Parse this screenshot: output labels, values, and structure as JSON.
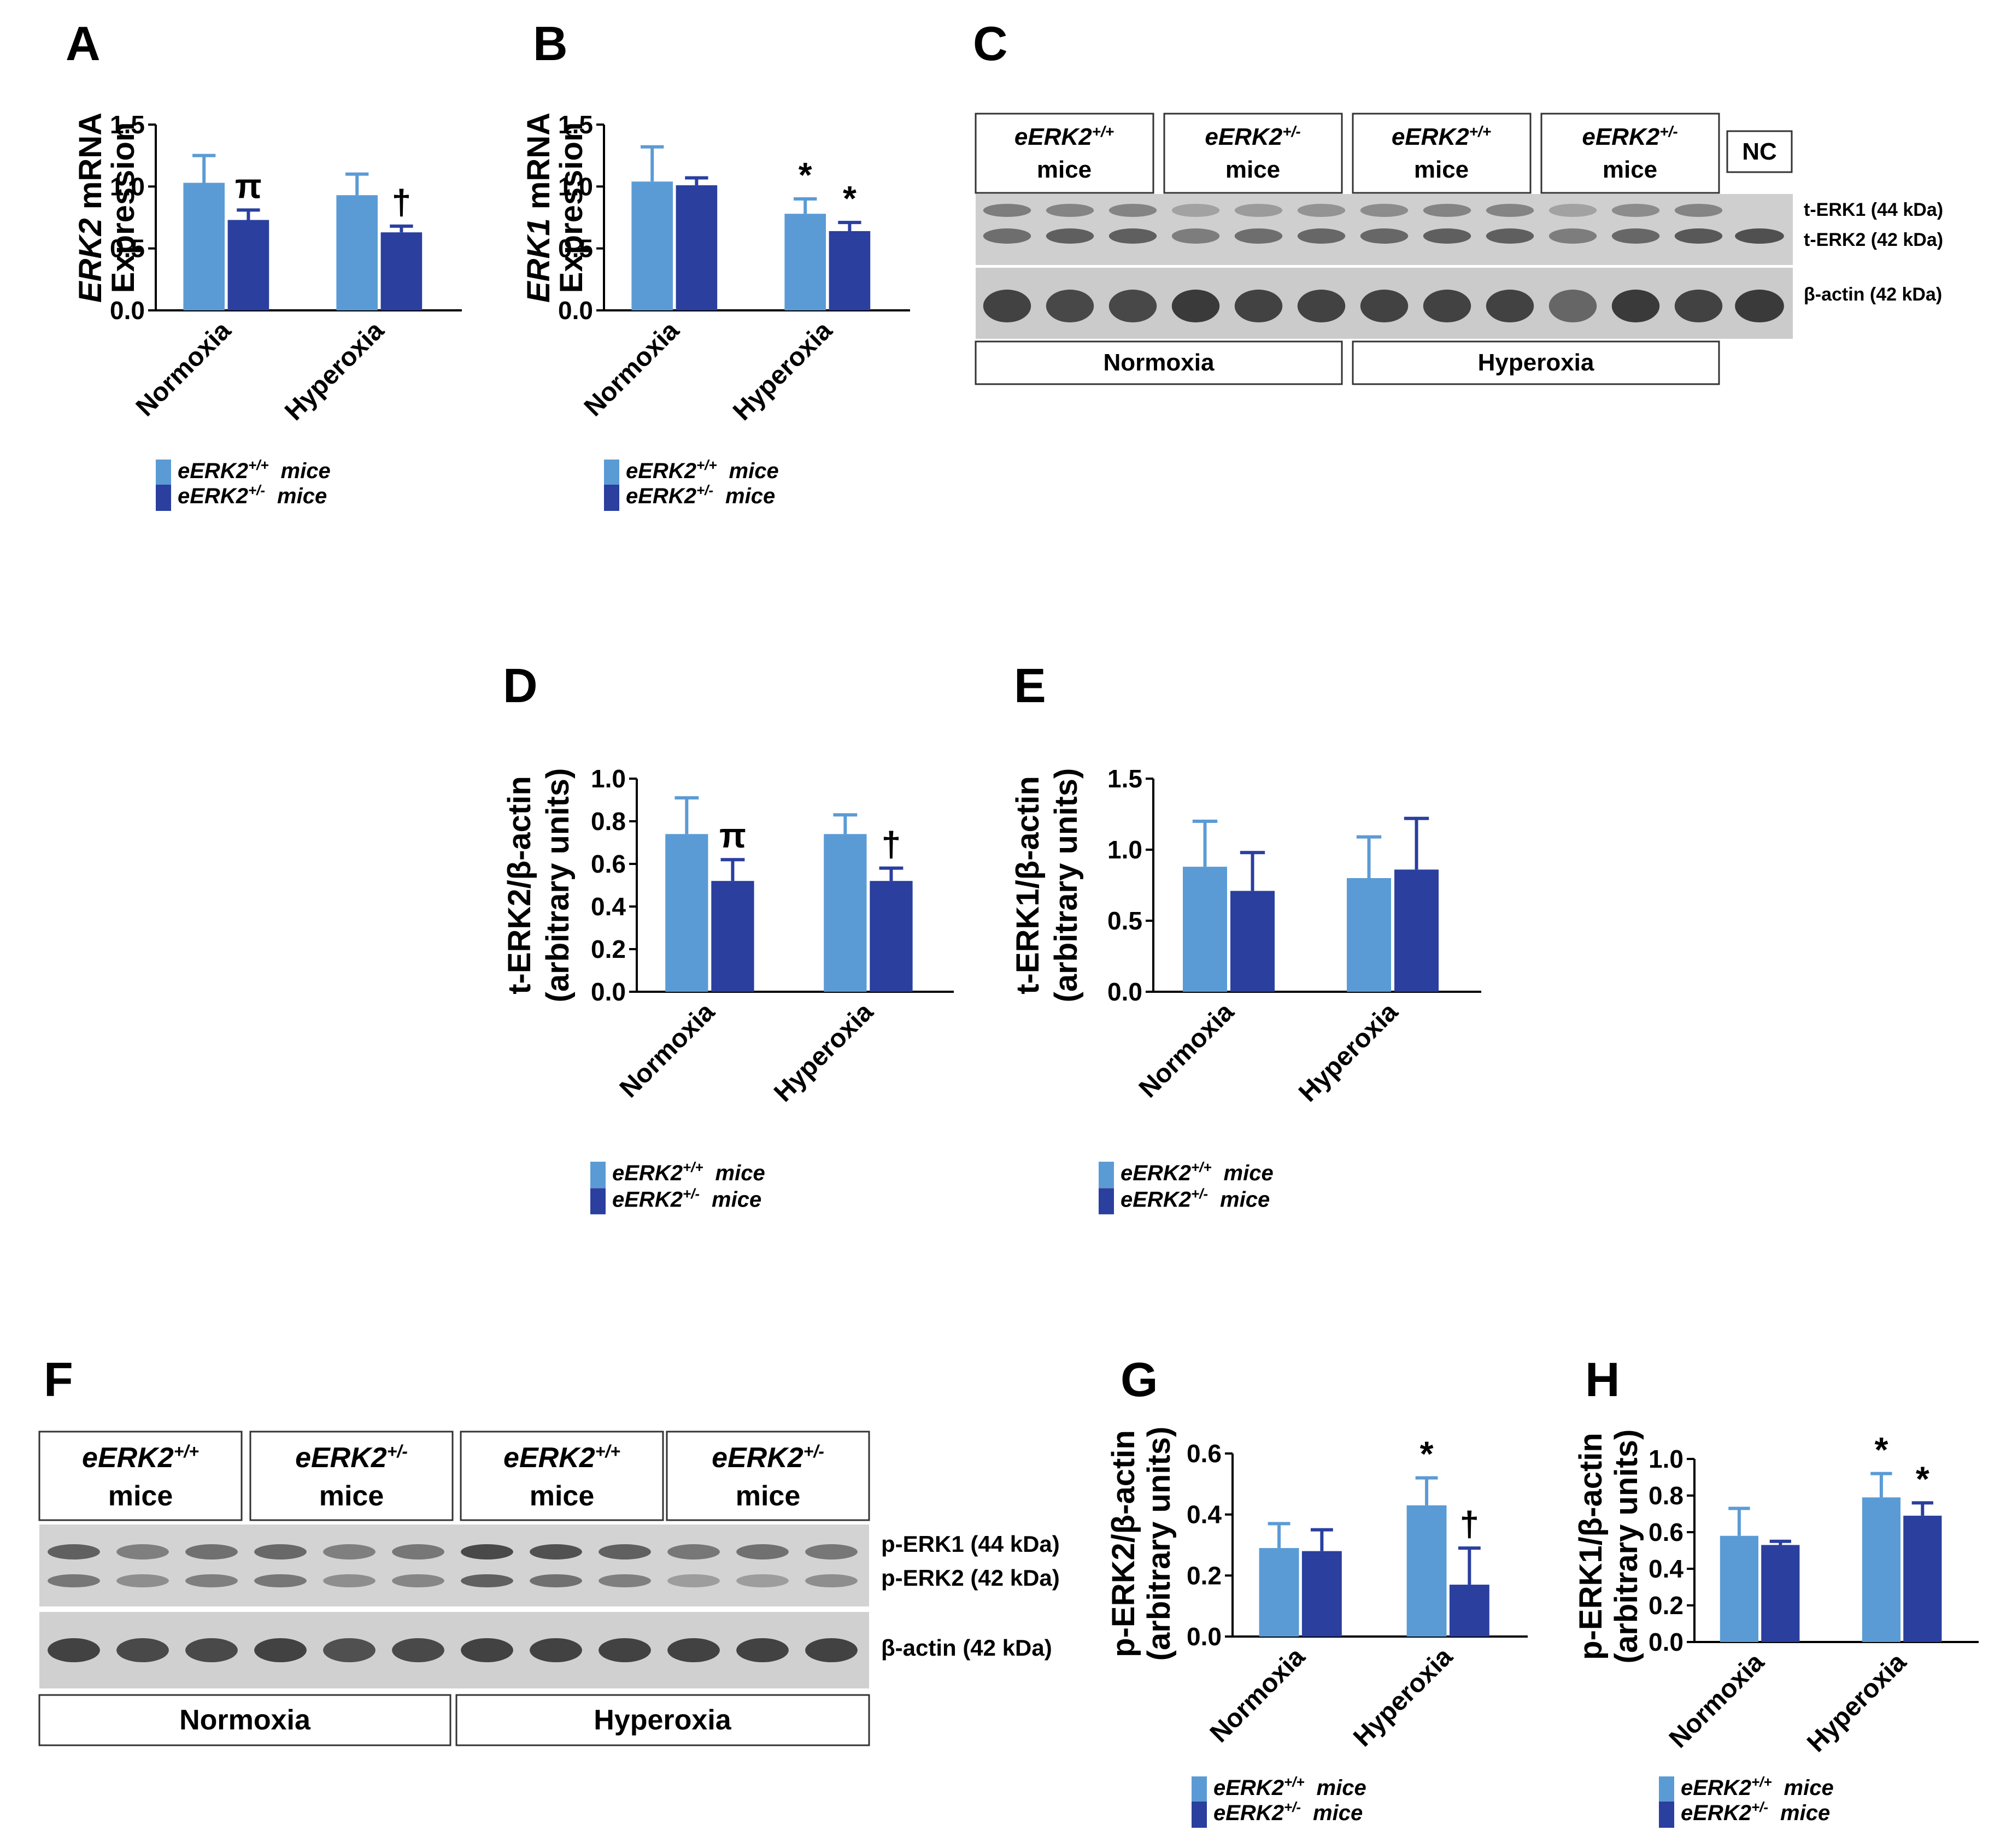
{
  "colors": {
    "wt": "#5b9bd5",
    "het": "#2a3f9e",
    "axis": "#000000",
    "blot_bg": "#d4d4d4",
    "band": "#3a3a3a"
  },
  "panel_labels": [
    "A",
    "B",
    "C",
    "D",
    "E",
    "F",
    "G",
    "H"
  ],
  "legend": {
    "wt_base": "eERK2",
    "wt_sup": "+/+",
    "wt_suffix": "mice",
    "het_base": "eERK2",
    "het_sup": "+/-",
    "het_suffix": "mice"
  },
  "chart_data": [
    {
      "id": "A",
      "type": "bar",
      "ylabel_italic": "ERK2",
      "ylabel_rest": " mRNA",
      "ylabel2": "Expression",
      "categories": [
        "Normoxia",
        "Hyperoxia"
      ],
      "ylim": [
        0,
        1.5
      ],
      "yticks": [
        "0.0",
        "0.5",
        "1.0",
        "1.5"
      ],
      "series": [
        {
          "name": "eERK2+/+ mice",
          "values": [
            1.03,
            0.93
          ],
          "errors": [
            0.22,
            0.17
          ]
        },
        {
          "name": "eERK2+/- mice",
          "values": [
            0.73,
            0.63
          ],
          "errors": [
            0.08,
            0.05
          ]
        }
      ],
      "annotations": [
        "",
        "π",
        "",
        "†"
      ]
    },
    {
      "id": "B",
      "type": "bar",
      "ylabel_italic": "ERK1",
      "ylabel_rest": " mRNA",
      "ylabel2": "Expression",
      "categories": [
        "Normoxia",
        "Hyperoxia"
      ],
      "ylim": [
        0,
        1.5
      ],
      "yticks": [
        "0.0",
        "0.5",
        "1.0",
        "1.5"
      ],
      "series": [
        {
          "name": "eERK2+/+ mice",
          "values": [
            1.04,
            0.78
          ],
          "errors": [
            0.28,
            0.12
          ]
        },
        {
          "name": "eERK2+/- mice",
          "values": [
            1.01,
            0.64
          ],
          "errors": [
            0.06,
            0.07
          ]
        }
      ],
      "annotations": [
        "",
        "",
        "*",
        "*"
      ]
    },
    {
      "id": "D",
      "type": "bar",
      "ylabel_italic": "",
      "ylabel_rest": "t-ERK2/β-actin",
      "ylabel2": "(arbitrary units)",
      "categories": [
        "Normoxia",
        "Hyperoxia"
      ],
      "ylim": [
        0,
        1.0
      ],
      "yticks": [
        "0.0",
        "0.2",
        "0.4",
        "0.6",
        "0.8",
        "1.0"
      ],
      "series": [
        {
          "name": "eERK2+/+ mice",
          "values": [
            0.74,
            0.74
          ],
          "errors": [
            0.17,
            0.09
          ]
        },
        {
          "name": "eERK2+/- mice",
          "values": [
            0.52,
            0.52
          ],
          "errors": [
            0.1,
            0.06
          ]
        }
      ],
      "annotations": [
        "",
        "π",
        "",
        "†"
      ]
    },
    {
      "id": "E",
      "type": "bar",
      "ylabel_italic": "",
      "ylabel_rest": "t-ERK1/β-actin",
      "ylabel2": "(arbitrary units)",
      "categories": [
        "Normoxia",
        "Hyperoxia"
      ],
      "ylim": [
        0,
        1.5
      ],
      "yticks": [
        "0.0",
        "0.5",
        "1.0",
        "1.5"
      ],
      "series": [
        {
          "name": "eERK2+/+ mice",
          "values": [
            0.88,
            0.8
          ],
          "errors": [
            0.32,
            0.29
          ]
        },
        {
          "name": "eERK2+/- mice",
          "values": [
            0.71,
            0.86
          ],
          "errors": [
            0.27,
            0.36
          ]
        }
      ],
      "annotations": [
        "",
        "",
        "",
        ""
      ]
    },
    {
      "id": "G",
      "type": "bar",
      "ylabel_italic": "",
      "ylabel_rest": "p-ERK2/β-actin",
      "ylabel2": "(arbitrary units)",
      "categories": [
        "Normoxia",
        "Hyperoxia"
      ],
      "ylim": [
        0,
        0.6
      ],
      "yticks": [
        "0.0",
        "0.2",
        "0.4",
        "0.6"
      ],
      "series": [
        {
          "name": "eERK2+/+ mice",
          "values": [
            0.29,
            0.43
          ],
          "errors": [
            0.08,
            0.09
          ]
        },
        {
          "name": "eERK2+/- mice",
          "values": [
            0.28,
            0.17
          ],
          "errors": [
            0.07,
            0.12
          ]
        }
      ],
      "annotations": [
        "",
        "",
        "*",
        "†"
      ]
    },
    {
      "id": "H",
      "type": "bar",
      "ylabel_italic": "",
      "ylabel_rest": "p-ERK1/β-actin",
      "ylabel2": "(arbitrary units)",
      "categories": [
        "Normoxia",
        "Hyperoxia"
      ],
      "ylim": [
        0,
        1.0
      ],
      "yticks": [
        "0.0",
        "0.2",
        "0.4",
        "0.6",
        "0.8",
        "1.0"
      ],
      "series": [
        {
          "name": "eERK2+/+ mice",
          "values": [
            0.58,
            0.79
          ],
          "errors": [
            0.15,
            0.13
          ]
        },
        {
          "name": "eERK2+/- mice",
          "values": [
            0.53,
            0.69
          ],
          "errors": [
            0.02,
            0.07
          ]
        }
      ],
      "annotations": [
        "",
        "",
        "*",
        "*"
      ]
    }
  ],
  "blots": [
    {
      "id": "C",
      "group_headers": [
        {
          "base": "eERK2",
          "sup": "+/+",
          "line2": "mice"
        },
        {
          "base": "eERK2",
          "sup": "+/-",
          "line2": "mice"
        },
        {
          "base": "eERK2",
          "sup": "+/+",
          "line2": "mice"
        },
        {
          "base": "eERK2",
          "sup": "+/-",
          "line2": "mice"
        }
      ],
      "nc_label": "NC",
      "band_labels": [
        "t-ERK1 (44 kDa)",
        "t-ERK2 (42 kDa)",
        "β-actin (42 kDa)"
      ],
      "conditions": [
        "Normoxia",
        "Hyperoxia"
      ]
    },
    {
      "id": "F",
      "group_headers": [
        {
          "base": "eERK2",
          "sup": "+/+",
          "line2": "mice"
        },
        {
          "base": "eERK2",
          "sup": "+/-",
          "line2": "mice"
        },
        {
          "base": "eERK2",
          "sup": "+/+",
          "line2": "mice"
        },
        {
          "base": "eERK2",
          "sup": "+/-",
          "line2": "mice"
        }
      ],
      "band_labels": [
        "p-ERK1 (44 kDa)",
        "p-ERK2 (42 kDa)",
        "β-actin (42 kDa)"
      ],
      "conditions": [
        "Normoxia",
        "Hyperoxia"
      ]
    }
  ]
}
